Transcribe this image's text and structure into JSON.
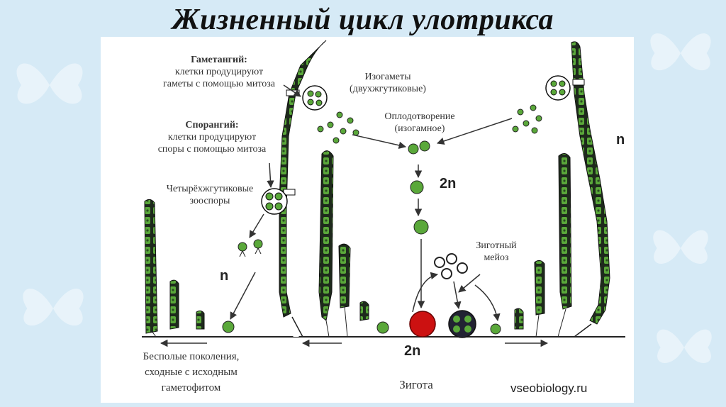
{
  "title": "Жизненный цикл улотрикса",
  "labels": {
    "gametangium_head": "Гаметангий:",
    "gametangium_line1": "клетки продуцируют",
    "gametangium_line2": "гаметы с помощью митоза",
    "sporangium_head": "Спорангий:",
    "sporangium_line1": "клетки продуцируют",
    "sporangium_line2": "споры с помощью митоза",
    "zoospores_line1": "Четырёхжгутиковые",
    "zoospores_line2": "зооспоры",
    "isogametes_line1": "Изогаметы",
    "isogametes_line2": "(двухжгутиковые)",
    "fertilization_line1": "Оплодотворение",
    "fertilization_line2": "(изогамное)",
    "meiosis_line1": "Зиготный",
    "meiosis_line2": "мейоз",
    "asexual_line1": "Бесполые поколения,",
    "asexual_line2": "сходные с исходным",
    "asexual_line3": "гаметофитом",
    "zygote": "Зигота",
    "ploidy_2n_top": "2n",
    "ploidy_2n_bottom": "2n",
    "ploidy_n_left": "n",
    "ploidy_n_right": "n",
    "source": "vseobiology.ru"
  },
  "colors": {
    "cell_green": "#5aa83a",
    "zygote_red": "#cc1111",
    "background": "#d6eaf6"
  }
}
